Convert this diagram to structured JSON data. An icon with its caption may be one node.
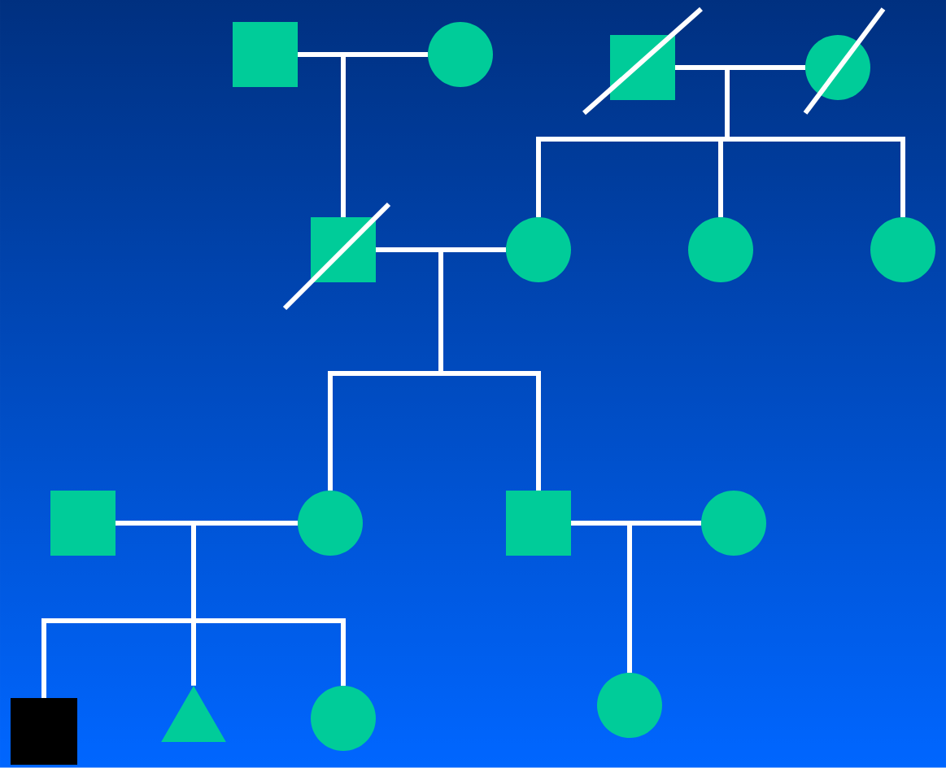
{
  "diagram": {
    "nodes": [
      {
        "text": [],
        "shape": "box"
      },
      {
        "text": [],
        "shape": "circle"
      },
      {
        "text": [],
        "shape": "box"
      },
      {
        "text": [],
        "shape": "circle"
      },
      {
        "text": [],
        "shape": "box"
      },
      {
        "text": [],
        "shape": "circle"
      },
      {
        "text": [],
        "shape": "circle"
      },
      {
        "text": [],
        "shape": "circle"
      },
      {
        "text": [],
        "shape": "box"
      },
      {
        "text": [],
        "shape": "circle"
      },
      {
        "text": [],
        "shape": "box"
      },
      {
        "text": [],
        "shape": "circle"
      },
      {
        "text": [],
        "shape": "box"
      },
      {
        "text": [],
        "shape": "triangle"
      },
      {
        "text": [],
        "shape": "circle"
      },
      {
        "text": [],
        "shape": "circle"
      }
    ],
    "edges": [
      {
        "from": 0,
        "to": 1,
        "arrow": "none"
      },
      {
        "from": 2,
        "to": 3,
        "arrow": "none"
      },
      {
        "from": 4,
        "to": 5,
        "arrow": "none"
      },
      {
        "from": 8,
        "to": 9,
        "arrow": "none"
      },
      {
        "from": 10,
        "to": 11,
        "arrow": "none"
      },
      {
        "from": 0,
        "to": 4,
        "arrow": "none"
      },
      {
        "from": 1,
        "to": 4,
        "arrow": "none"
      },
      {
        "from": 2,
        "to": 5,
        "arrow": "none"
      },
      {
        "from": 3,
        "to": 5,
        "arrow": "none"
      },
      {
        "from": 2,
        "to": 6,
        "arrow": "none"
      },
      {
        "from": 3,
        "to": 6,
        "arrow": "none"
      },
      {
        "from": 2,
        "to": 7,
        "arrow": "none"
      },
      {
        "from": 3,
        "to": 7,
        "arrow": "none"
      },
      {
        "from": 4,
        "to": 9,
        "arrow": "none"
      },
      {
        "from": 5,
        "to": 9,
        "arrow": "none"
      },
      {
        "from": 4,
        "to": 10,
        "arrow": "none"
      },
      {
        "from": 5,
        "to": 10,
        "arrow": "none"
      },
      {
        "from": 8,
        "to": 12,
        "arrow": "none"
      },
      {
        "from": 9,
        "to": 12,
        "arrow": "none"
      },
      {
        "from": 8,
        "to": 13,
        "arrow": "none"
      },
      {
        "from": 9,
        "to": 13,
        "arrow": "none"
      },
      {
        "from": 8,
        "to": 14,
        "arrow": "none"
      },
      {
        "from": 9,
        "to": 14,
        "arrow": "none"
      },
      {
        "from": 10,
        "to": 15,
        "arrow": "none"
      },
      {
        "from": 11,
        "to": 15,
        "arrow": "none"
      }
    ]
  }
}
